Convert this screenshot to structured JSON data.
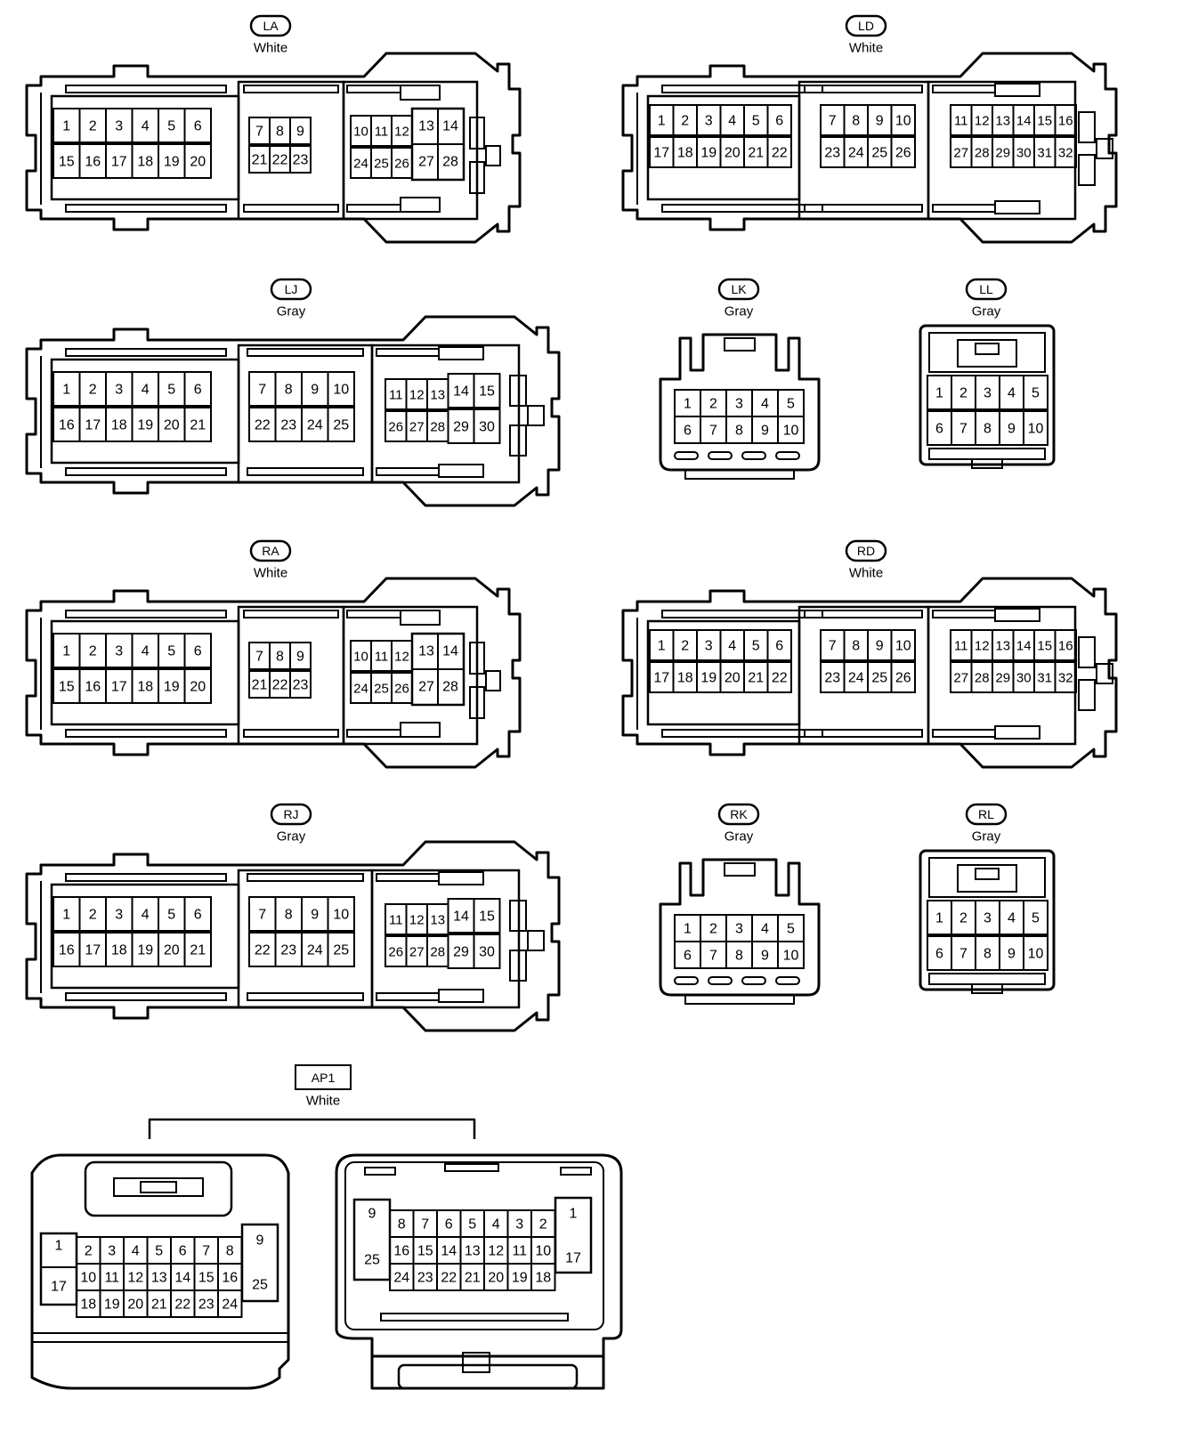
{
  "connectors": [
    {
      "id": "LA",
      "color": "White",
      "kind": "ecu28",
      "label_style": "pill"
    },
    {
      "id": "LD",
      "color": "White",
      "kind": "ecu32",
      "label_style": "pill"
    },
    {
      "id": "LJ",
      "color": "Gray",
      "kind": "ecu30",
      "label_style": "pill"
    },
    {
      "id": "LK",
      "color": "Gray",
      "kind": "k10",
      "label_style": "pill"
    },
    {
      "id": "LL",
      "color": "Gray",
      "kind": "l10",
      "label_style": "pill"
    },
    {
      "id": "RA",
      "color": "White",
      "kind": "ecu28",
      "label_style": "pill"
    },
    {
      "id": "RD",
      "color": "White",
      "kind": "ecu32",
      "label_style": "pill"
    },
    {
      "id": "RJ",
      "color": "Gray",
      "kind": "ecu30",
      "label_style": "pill"
    },
    {
      "id": "RK",
      "color": "Gray",
      "kind": "k10",
      "label_style": "pill"
    },
    {
      "id": "RL",
      "color": "Gray",
      "kind": "l10",
      "label_style": "pill"
    },
    {
      "id": "AP1",
      "color": "White",
      "kind": "ap1",
      "label_style": "box"
    }
  ],
  "pin_layouts": {
    "ecu28": [
      [
        "1",
        "2",
        "3",
        "4",
        "5",
        "6"
      ],
      [
        "15",
        "16",
        "17",
        "18",
        "19",
        "20"
      ],
      [
        "7",
        "8",
        "9"
      ],
      [
        "21",
        "22",
        "23"
      ],
      [
        "10",
        "11",
        "12",
        "13",
        "14"
      ],
      [
        "24",
        "25",
        "26",
        "27",
        "28"
      ]
    ],
    "ecu32": [
      [
        "1",
        "2",
        "3",
        "4",
        "5",
        "6"
      ],
      [
        "17",
        "18",
        "19",
        "20",
        "21",
        "22"
      ],
      [
        "7",
        "8",
        "9",
        "10"
      ],
      [
        "23",
        "24",
        "25",
        "26"
      ],
      [
        "11",
        "12",
        "13",
        "14",
        "15",
        "16"
      ],
      [
        "27",
        "28",
        "29",
        "30",
        "31",
        "32"
      ]
    ],
    "ecu30": [
      [
        "1",
        "2",
        "3",
        "4",
        "5",
        "6"
      ],
      [
        "16",
        "17",
        "18",
        "19",
        "20",
        "21"
      ],
      [
        "7",
        "8",
        "9",
        "10"
      ],
      [
        "22",
        "23",
        "24",
        "25"
      ],
      [
        "11",
        "12",
        "13",
        "14",
        "15"
      ],
      [
        "26",
        "27",
        "28",
        "29",
        "30"
      ]
    ],
    "k10": [
      [
        "1",
        "2",
        "3",
        "4",
        "5"
      ],
      [
        "6",
        "7",
        "8",
        "9",
        "10"
      ]
    ],
    "l10": [
      [
        "1",
        "2",
        "3",
        "4",
        "5"
      ],
      [
        "6",
        "7",
        "8",
        "9",
        "10"
      ]
    ],
    "ap1_left": [
      [
        "1",
        "17"
      ],
      [
        "2",
        "3",
        "4",
        "5",
        "6",
        "7",
        "8"
      ],
      [
        "10",
        "11",
        "12",
        "13",
        "14",
        "15",
        "16"
      ],
      [
        "18",
        "19",
        "20",
        "21",
        "22",
        "23",
        "24"
      ],
      [
        "9",
        "25"
      ]
    ],
    "ap1_right": [
      [
        "9",
        "25"
      ],
      [
        "8",
        "7",
        "6",
        "5",
        "4",
        "3",
        "2"
      ],
      [
        "16",
        "15",
        "14",
        "13",
        "12",
        "11",
        "10"
      ],
      [
        "24",
        "23",
        "22",
        "21",
        "20",
        "19",
        "18"
      ],
      [
        "1",
        "17"
      ]
    ]
  }
}
